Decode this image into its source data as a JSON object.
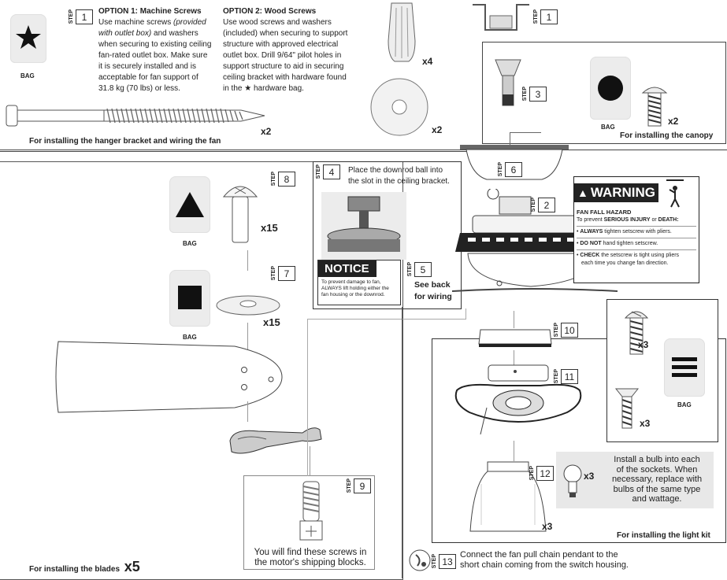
{
  "bag_label": "BAG",
  "steps": {
    "s1": "1",
    "s1b": "1",
    "s2": "2",
    "s3": "3",
    "s4": "4",
    "s5": "5",
    "s6": "6",
    "s7": "7",
    "s8": "8",
    "s9": "9",
    "s10": "10",
    "s11": "11",
    "s12": "12",
    "s13": "13",
    "step_word": "STEP"
  },
  "option1": {
    "title": "OPTION 1: Machine Screws",
    "line1a": "Use machine screws ",
    "line1b": "(provided",
    "line2a": "with outlet box)",
    "line2b": " and washers",
    "line3": "when securing to existing ceiling",
    "line4": "fan-rated outlet box. Make sure",
    "line5": "it is securely installed and is",
    "line6": "acceptable for fan support of",
    "line7": "31.8 kg (70 lbs) or less."
  },
  "option2": {
    "title": "OPTION 2: Wood Screws",
    "line1": "Use wood screws and washers",
    "line2": "(included) when securing to support",
    "line3": "structure with approved electrical",
    "line4": "outlet box. Drill 9/64\" pilot holes in",
    "line5": "support structure to aid in securing",
    "line6a": "ceiling bracket with hardware found",
    "line7a": "in the ",
    "line7b": " hardware bag."
  },
  "quantities": {
    "wire_nuts": "x4",
    "washer_top": "x2",
    "wood_screw": "x2",
    "canopy_screw": "x2",
    "blade_screw": "x15",
    "blade_washer": "x15",
    "lightkit_screw_a": "x3",
    "lightkit_screw_b": "x3",
    "bulb": "x3",
    "glass": "x3",
    "blades": "x5"
  },
  "captions": {
    "hanger": "For installing the hanger bracket and wiring the fan",
    "canopy": "For installing the canopy",
    "blades": "For installing the blades",
    "lightkit": "For installing the light kit"
  },
  "step4_text_1": "Place the downrod ball into",
  "step4_text_2": "the slot in the ceiling bracket.",
  "notice": {
    "title": "NOTICE",
    "body1": "To prevent damage to fan,",
    "body2": "ALWAYS lift holding either the",
    "body3": "fan housing or the downrod."
  },
  "step5_text_1": "See back",
  "step5_text_2": "for wiring",
  "warning": {
    "title": "WARNING",
    "hazard": "FAN FALL HAZARD",
    "intro_a": "To prevent ",
    "intro_b": "SERIOUS INJURY",
    "intro_c": " or ",
    "intro_d": "DEATH:",
    "b1a": "ALWAYS",
    "b1b": " tighten setscrew with pliers.",
    "b2a": "DO NOT",
    "b2b": " hand tighten setscrew.",
    "b3a": "CHECK",
    "b3b": " the setscrew is tight using pliers",
    "b3c": "each time you change fan direction."
  },
  "step9_text_1": "You will find these screws in",
  "step9_text_2": "the motor's shipping blocks.",
  "bulb_text": [
    "Install a bulb into each",
    "of the sockets. When",
    "necessary, replace with",
    "bulbs of the same type",
    "and wattage."
  ],
  "step13_text_1": "Connect the fan pull chain pendant to the",
  "step13_text_2": "short chain coming from the switch housing.",
  "icons": [
    "star-icon",
    "triangle-icon",
    "square-icon",
    "circle-icon",
    "bars-icon",
    "warning-triangle-icon"
  ]
}
